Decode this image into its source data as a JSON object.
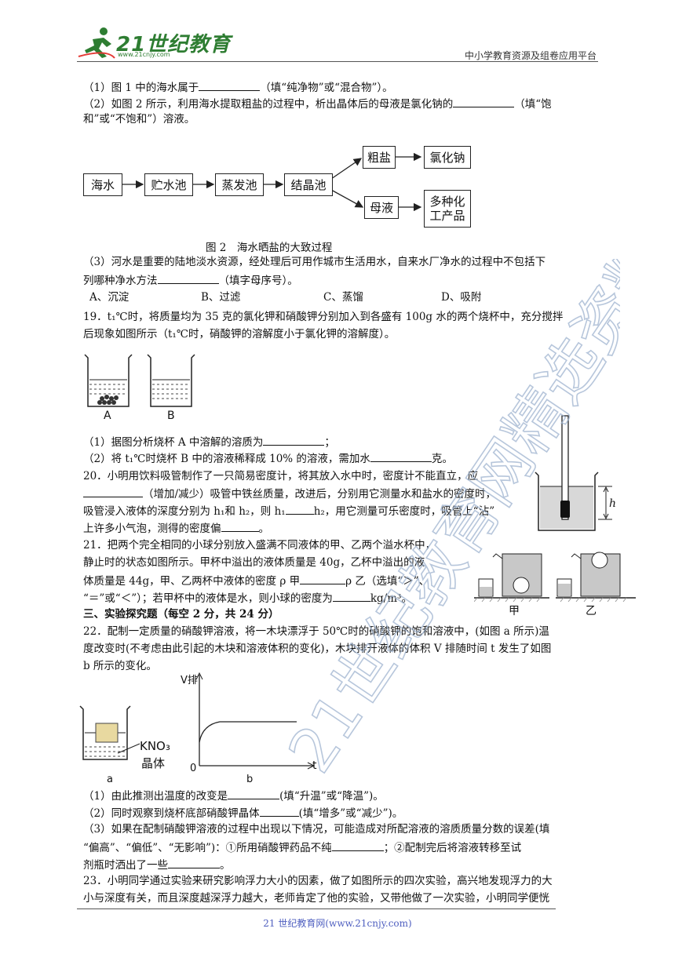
{
  "header": {
    "logo_text": "21世纪教育",
    "logo_url": "www.21cnjy.com",
    "platform": "中小学教育资源及组卷应用平台"
  },
  "q18": {
    "p1_a": "（1）图 1 中的海水属于",
    "p1_b": "（填“纯净物”或“混合物”）。",
    "p2_a": "（2）如图 2 所示，利用海水提取粗盐的过程中，析出晶体后的母液是氯化钠的",
    "p2_b": "（填“饱",
    "p2_c": "和”或“不饱和”）溶液。",
    "flow": {
      "seawater": "海水",
      "storage": "贮水池",
      "evap": "蒸发池",
      "crystal": "结晶池",
      "crude": "粗盐",
      "nacl": "氯化钠",
      "mother": "母液",
      "chem_l1": "多种化",
      "chem_l2": "工产品"
    },
    "fig_caption": "图 2　海水晒盐的大致过程",
    "p3_a": "（3）河水是重要的陆地淡水资源，经处理后可用作城市生活用水，自来水厂净水的过程中不包括下",
    "p3_b": "列哪种净水方法",
    "p3_c": "（填字母序号）。",
    "opt_a": "A、沉淀",
    "opt_b": "B、过滤",
    "opt_c": "C、蒸馏",
    "opt_d": "D、吸附"
  },
  "q19": {
    "l1": "19．t₁℃时，将质量均为 35 克的氯化钾和硝酸钾分别加入到各盛有 100g 水的两个烧杯中，充分搅拌",
    "l2": "后现象如图所示（t₁℃时，硝酸钾的溶解度小于氯化钾的溶解度）。",
    "label_a": "A",
    "label_b": "B",
    "p1_a": "（1）据图分析烧杯 A 中溶解的溶质为",
    "p1_b": "；",
    "p2_a": "（2）将 t₁℃时烧杯 B 中的溶液稀释成 10% 的溶液，需加水",
    "p2_b": "克。"
  },
  "q20": {
    "l1": "20．小明用饮料吸管制作了一只简易密度计，将其放入水中时，密度计不能直立，应",
    "l2_b": "（增加/减少）吸管中铁丝质量，改进后，分别用它测量水和盐水的密度时，",
    "l3_a": "吸管浸入液体的深度分别为 h₁和 h₂，则 h₁",
    "l3_b": "h₂，用它测量可乐密度时，吸管上“沾”",
    "l4_a": "上许多小气泡，测得的密度偏",
    "l4_b": "。",
    "h_label": "h"
  },
  "q21": {
    "l1": "21．把两个完全相同的小球分别放入盛满不同液体的甲、乙两个溢水杯中，",
    "l2": "静止时的状态如图所示。甲杯中溢出的液体质量是 40g，乙杯中溢出的液",
    "l3_a": "体质量是 44g，甲、乙两杯中液体的密度 ρ 甲",
    "l3_b": "ρ 乙（选填“＞”、",
    "l4_a": "“＝”或“＜”）；若甲杯中的液体是水，则小球的密度为",
    "l4_b": "kg/m³。",
    "label_jia": "甲",
    "label_yi": "乙"
  },
  "section3": "三、实验探究题（每空 2 分，共 24 分）",
  "q22": {
    "l1": "22．配制一定质量的硝酸钾溶液，将一木块漂浮于 50℃时的硝酸钾的饱和溶液中，(如图 a 所示)温",
    "l2": "度改变时(不考虑由此引起的木块和溶液体积的变化)，木块排开液体的体积 V 排随时间 t 发生了如图",
    "l3": "b 所示的变化。",
    "kno3": "KNO₃",
    "crystal": "晶体",
    "label_a": "a",
    "label_b": "b",
    "axis_y": "V排",
    "axis_x": "t",
    "origin": "0",
    "p1_a": "（1）由此推测出温度的改变是",
    "p1_b": "(填“升温”或“降温”)。",
    "p2_a": "（2）同时观察到烧杯底部硝酸钾晶体",
    "p2_b": "(填“增多”或“减少”)。",
    "p3_l1": "（3）如果在配制硝酸钾溶液的过程中出现以下情况，可能造成对所配溶液的溶质质量分数的误差(填",
    "p3_l2_a": "“偏高”、“偏低”、“无影响”)：①所用硝酸钾药品不纯",
    "p3_l2_b": "；②配制完后将溶液转移至试",
    "p3_l3_a": "剂瓶时洒出了一些",
    "p3_l3_b": "。"
  },
  "q23": {
    "l1": "23．小明同学通过实验来研究影响浮力大小的因素，做了如图所示的四次实验，高兴地发现浮力的大",
    "l2": "小与深度有关，而且深度越深浮力越大，老师肯定了他的实验，又带他做了一次实验，小明同学便恍"
  },
  "watermark": "21世纪教育网精选资料",
  "footer": "21 世纪教育网(www.21cnjy.com)",
  "colors": {
    "logo": "#2e7d32",
    "footer": "#5060c0",
    "watermark": "#9fb4d0"
  }
}
